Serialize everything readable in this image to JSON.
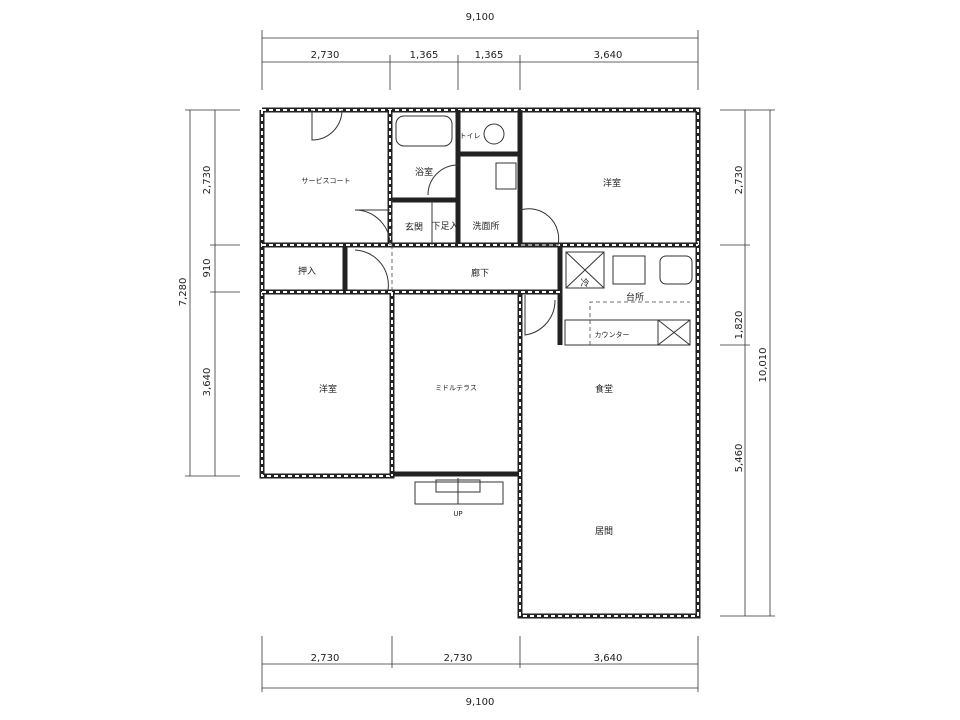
{
  "dimensions": {
    "top_total": "9,100",
    "top_segments": [
      "2,730",
      "1,365",
      "1,365",
      "3,640"
    ],
    "left_total": "7,280",
    "left_segments": [
      "2,730",
      "910",
      "3,640"
    ],
    "right_total": "10,010",
    "right_segments": [
      "2,730",
      "1,820",
      "5,460"
    ],
    "bottom_segments": [
      "2,730",
      "2,730",
      "3,640"
    ],
    "bottom_total": "9,100"
  },
  "rooms": {
    "service_court": "サービスコート",
    "bath": "浴室",
    "toilet": "トイレ",
    "western_room_ne": "洋室",
    "entrance": "玄関",
    "shoe_step": "下足入",
    "washroom": "洗面所",
    "closet": "押入",
    "corridor": "廊下",
    "fridge": "冷",
    "kitchen": "台所",
    "counter": "カウンター",
    "western_room_sw": "洋室",
    "mid_terrace": "ミドルテラス",
    "dining": "食堂",
    "living": "居間",
    "stairs_up": "UP"
  }
}
